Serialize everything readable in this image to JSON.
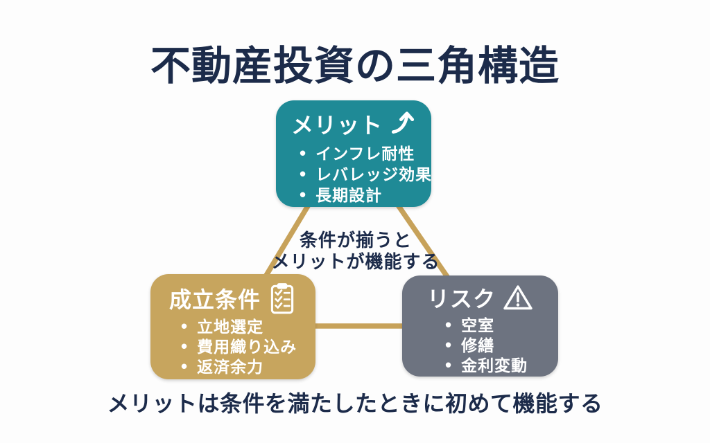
{
  "title": "不動産投資の三角構造",
  "colors": {
    "background": "#fdfdfd",
    "navy_text": "#1c2b4a",
    "merit_box_bg": "#1f8a96",
    "condition_box_bg": "#c7a55e",
    "risk_box_bg": "#6d7380",
    "connector_line": "#c7a25a",
    "box_text": "#ffffff"
  },
  "nodes": {
    "merit": {
      "title": "メリット",
      "icon": "trending-up-icon",
      "items": [
        "インフレ耐性",
        "レバレッジ効果",
        "長期設計"
      ]
    },
    "condition": {
      "title": "成立条件",
      "icon": "checklist-clipboard-icon",
      "items": [
        "立地選定",
        "費用織り込み",
        "返済余力"
      ]
    },
    "risk": {
      "title": "リスク",
      "icon": "warning-triangle-icon",
      "items": [
        "空室",
        "修繕",
        "金利変動"
      ]
    }
  },
  "annotations": {
    "center_line1": "条件が揃うと",
    "center_line2": "メリットが機能する",
    "footer": "メリットは条件を満たしたときに初めて機能する"
  }
}
